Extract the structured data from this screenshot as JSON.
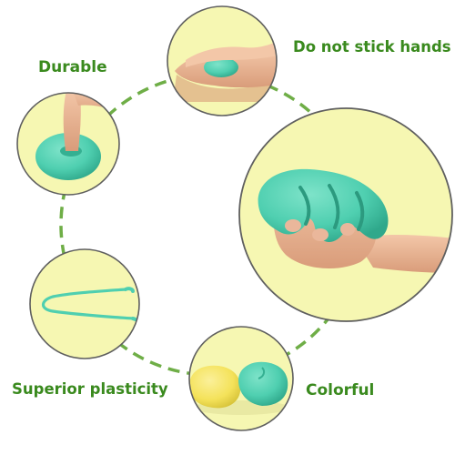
{
  "features": {
    "durable": "Durable",
    "no_stick": "Do not stick hands",
    "plasticity": "Superior plasticity",
    "colorful": "Colorful"
  },
  "colors": {
    "label_green": "#3a8a1e",
    "dashed_ring": "#6fae47",
    "circle_fill": "#f6f7b2",
    "circle_border": "#5f5f5f",
    "putty_teal": "#4fcfb0",
    "putty_yellow": "#f4e25a",
    "skin": "#e9b696"
  },
  "icons": {
    "durable": "finger-pressing-putty-photo",
    "no_stick": "hands-rolling-putty-photo",
    "hero": "hand-squeezing-putty-photo",
    "plasticity": "stretched-putty-strand-photo",
    "colorful": "yellow-and-teal-putty-photo"
  }
}
